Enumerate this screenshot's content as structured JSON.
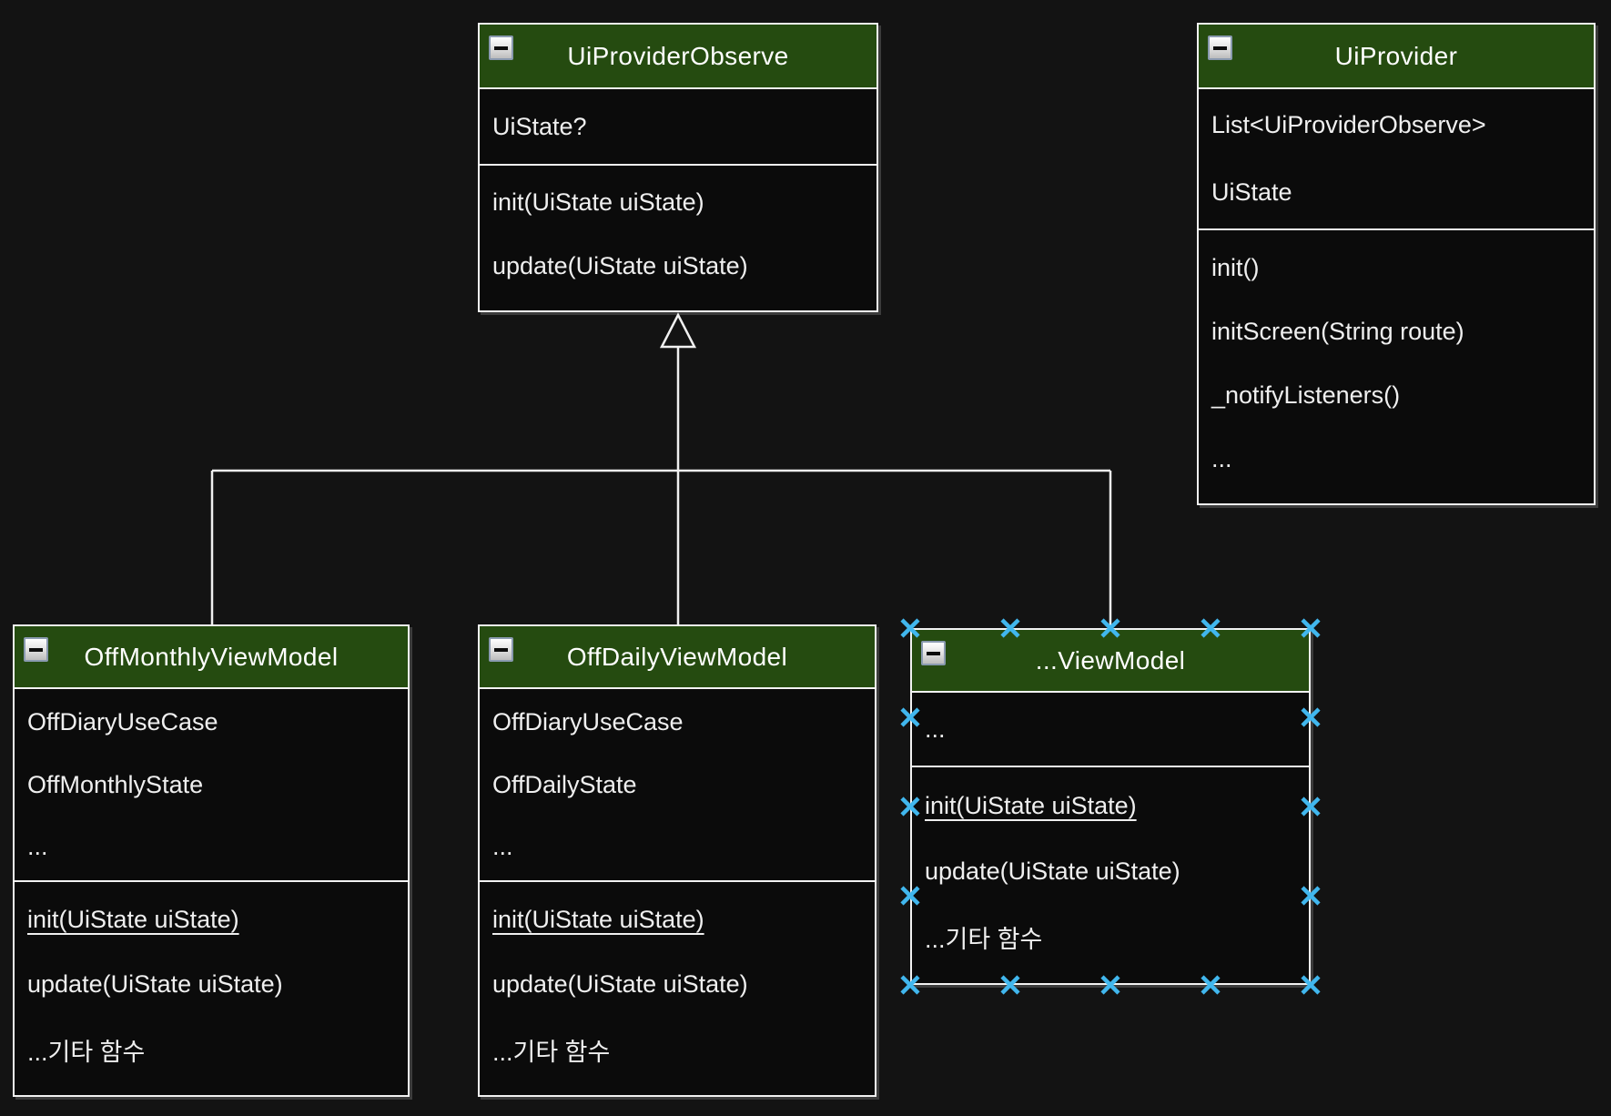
{
  "diagram": {
    "kind": "uml-class-diagram",
    "theme": "dark",
    "colors": {
      "canvas_background": "#131313",
      "box_fill": "#0b0b0b",
      "header_green": "#254b10",
      "border": "#f2f2f2",
      "text": "#efefef",
      "selection_handle": "#41b7ee"
    }
  },
  "classes": [
    {
      "name": "UiProviderObserve",
      "fields": [
        "UiState?"
      ],
      "methods": [
        "init(UiState uiState)",
        "update(UiState uiState)"
      ]
    },
    {
      "name": "UiProvider",
      "fields": [
        "List<UiProviderObserve>",
        "UiState"
      ],
      "methods": [
        "init()",
        "initScreen(String route)",
        "_notifyListeners()",
        "..."
      ]
    },
    {
      "name": "OffMonthlyViewModel",
      "fields": [
        "OffDiaryUseCase",
        "OffMonthlyState",
        "..."
      ],
      "methods": [
        "init(UiState uiState)",
        "update(UiState uiState)",
        "...기타 함수"
      ]
    },
    {
      "name": "OffDailyViewModel",
      "fields": [
        "OffDiaryUseCase",
        "OffDailyState",
        "..."
      ],
      "methods": [
        "init(UiState uiState)",
        "update(UiState uiState)",
        "...기타 함수"
      ]
    },
    {
      "name": "...ViewModel",
      "fields": [
        "..."
      ],
      "methods": [
        "init(UiState uiState)",
        "update(UiState uiState)",
        "...기타 함수"
      ]
    }
  ],
  "relations": [
    {
      "type": "inheritance",
      "arrow": "hollow-triangle",
      "parent": "UiProviderObserve",
      "children": [
        "OffMonthlyViewModel",
        "OffDailyViewModel",
        "...ViewModel"
      ]
    }
  ],
  "selection": {
    "selected_class": "...ViewModel",
    "handle_shape": "x-mark"
  },
  "icons": {
    "collapse": "collapse-minus-icon"
  }
}
